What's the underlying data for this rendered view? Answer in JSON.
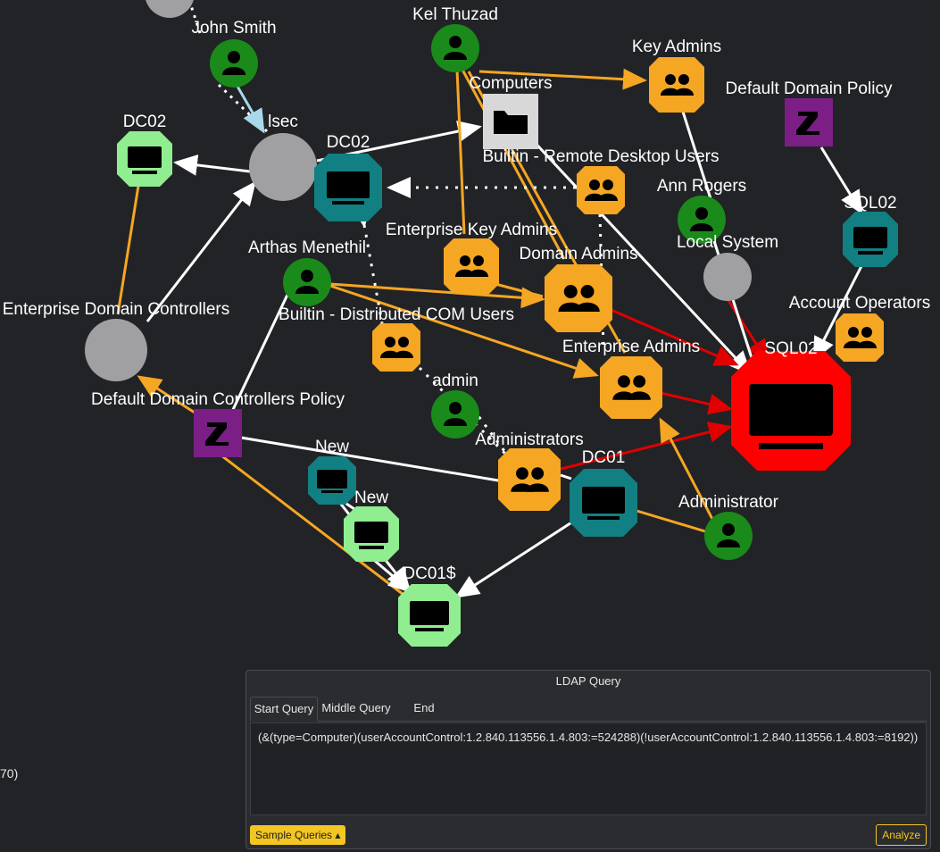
{
  "graph": {
    "nodes": {
      "john_smith": "John Smith",
      "kel_thuzad": "Kel Thuzad",
      "key_admins": "Key Admins",
      "computers": "Computers",
      "default_domain_policy": "Default Domain Policy",
      "dc02_left": "DC02",
      "lsec": "lsec",
      "dc02_center": "DC02",
      "builtin_rdu": "Builtin - Remote Desktop Users",
      "ann_rogers": "Ann Rogers",
      "sql02_top": "SQL02",
      "enterprise_key_admins": "Enterprise Key Admins",
      "local_system": "Local System",
      "arthas": "Arthas Menethil",
      "domain_admins": "Domain Admins",
      "account_operators": "Account Operators",
      "enterprise_dc": "Enterprise Domain Controllers",
      "builtin_dcom": "Builtin - Distributed COM Users",
      "enterprise_admins": "Enterprise Admins",
      "sql02_main": "SQL02",
      "ddcp": "Default Domain Controllers Policy",
      "admin": "admin",
      "administrators": "Administrators",
      "dc01": "DC01",
      "new1": "New",
      "new2": "New",
      "administrator": "Administrator",
      "dc01s": "DC01$"
    },
    "colors": {
      "user": "#1a8a1a",
      "group": "#f5a623",
      "computer_teal": "#127f82",
      "computer_green": "#90ee90",
      "computer_red": "#ff0000",
      "gpo": "#7b1e86",
      "unknown": "#a0a0a3",
      "folder": "#d8d8d8",
      "edge_white": "#ffffff",
      "edge_orange": "#f5a623",
      "edge_red": "#e00000",
      "edge_lightblue": "#a8d8ea"
    }
  },
  "side_text": "70)",
  "ldap": {
    "title": "LDAP Query",
    "tabs": [
      "Start Query",
      "Middle Query",
      "End Query"
    ],
    "active_tab": "Start Query",
    "query": "(&(type=Computer)(userAccountControl:1.2.840.113556.1.4.803:=524288)(!userAccountControl:1.2.840.113556.1.4.803:=8192))",
    "sample_queries_label": "Sample Queries",
    "sample_queries_caret": "▴",
    "analyze_label": "Analyze"
  }
}
